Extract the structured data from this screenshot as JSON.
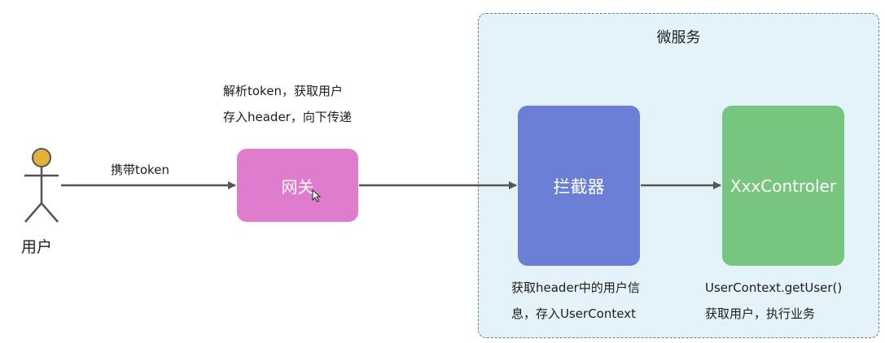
{
  "group": {
    "label": "微服务"
  },
  "actor": {
    "label": "用户"
  },
  "edge_user_gateway": {
    "label": "携带token"
  },
  "gateway": {
    "label": "网关",
    "note_lines": [
      "解析token，获取用户",
      "存入header，向下传递"
    ]
  },
  "interceptor": {
    "label": "拦截器",
    "note_lines": [
      "获取header中的用户信",
      "息，存入UserContext"
    ]
  },
  "controller": {
    "label": "XxxControler",
    "note_lines": [
      "UserContext.getUser()",
      "获取用户，执行业务"
    ]
  },
  "colors": {
    "gateway": "#e07ccd",
    "interceptor": "#6c7fd6",
    "controller": "#78c57f",
    "group_fill": "#e4f2f9",
    "group_border": "#5f7f86",
    "arrow": "#555555",
    "actor_head": "#e3b23c"
  }
}
